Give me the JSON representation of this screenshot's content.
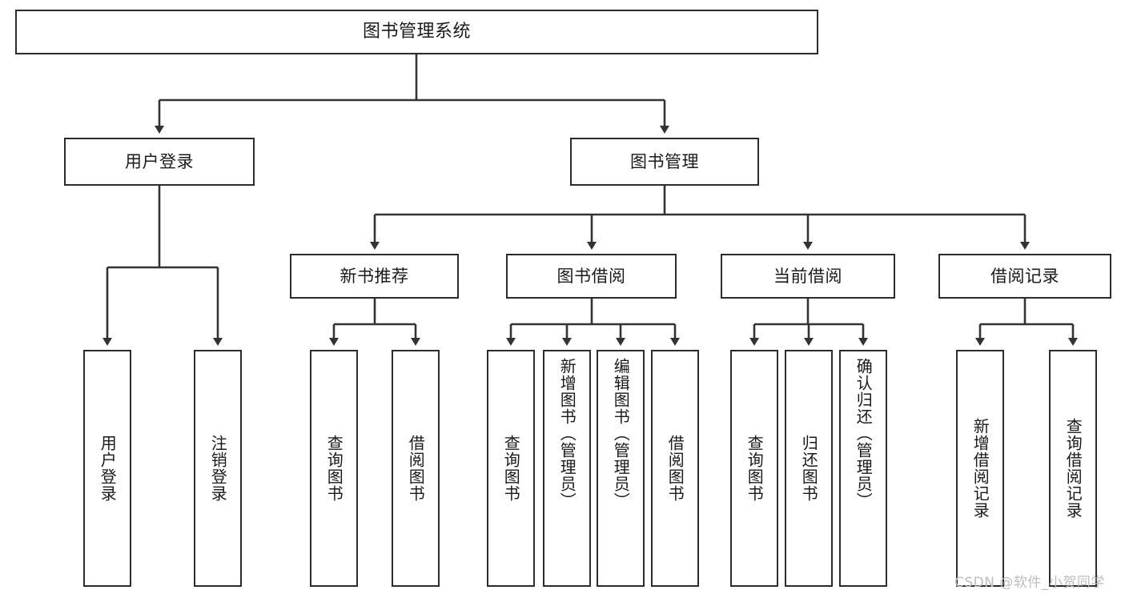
{
  "diagram": {
    "title": "图书管理系统",
    "type": "tree-hierarchy-chart",
    "watermark": "CSDN @软件_小贺同学",
    "colors": {
      "node_border": "#2b2b2b",
      "node_fill": "#ffffff",
      "connector": "#333333",
      "text": "#1a1a1a",
      "watermark": "#bdbdbd",
      "background": "#ffffff"
    }
  },
  "nodes": {
    "root": {
      "label": "图书管理系统"
    },
    "level1": [
      {
        "label": "用户登录"
      },
      {
        "label": "图书管理"
      }
    ],
    "level2": [
      {
        "label": "新书推荐"
      },
      {
        "label": "图书借阅"
      },
      {
        "label": "当前借阅"
      },
      {
        "label": "借阅记录"
      }
    ],
    "leaves": {
      "user_login": [
        {
          "label": "用户登录"
        },
        {
          "label": "注销登录"
        }
      ],
      "new_book_recommend": [
        {
          "label": "查询图书"
        },
        {
          "label": "借阅图书"
        }
      ],
      "book_borrow": [
        {
          "label": "查询图书"
        },
        {
          "label": "新增图书（管理员）"
        },
        {
          "label": "编辑图书（管理员）"
        },
        {
          "label": "借阅图书"
        }
      ],
      "current_borrow": [
        {
          "label": "查询图书"
        },
        {
          "label": "归还图书"
        },
        {
          "label": "确认归还（管理员）"
        }
      ],
      "borrow_record": [
        {
          "label": "新增借阅记录"
        },
        {
          "label": "查询借阅记录"
        }
      ]
    }
  }
}
